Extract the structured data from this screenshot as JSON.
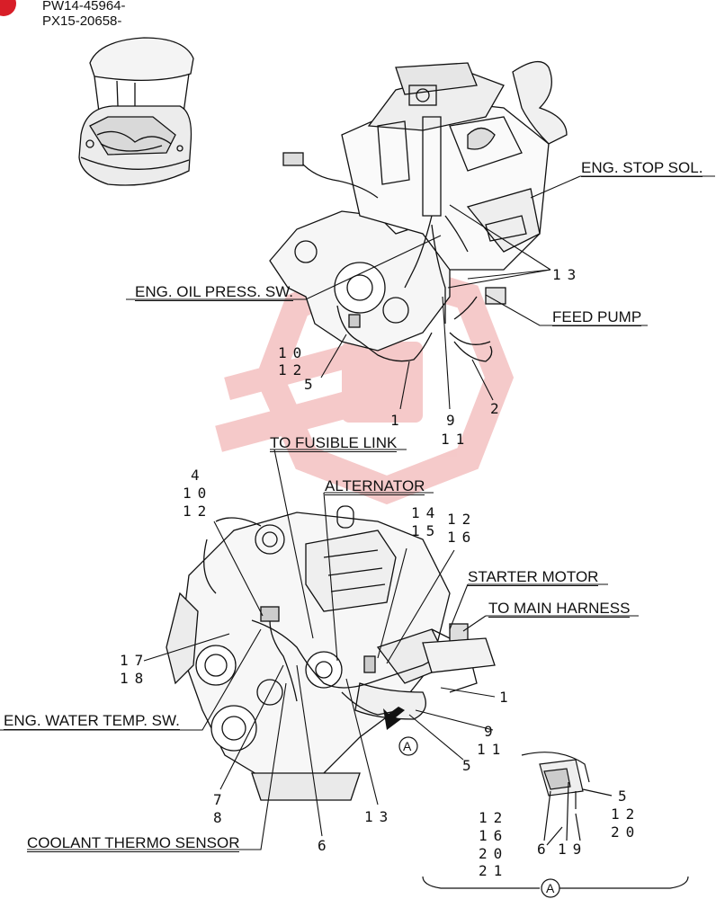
{
  "serials": [
    "PW14-45964-",
    "PX15-20658-"
  ],
  "labels": {
    "eng_stop_sol": "ENG. STOP SOL.",
    "eng_oil_press_sw": "ENG. OIL PRESS. SW.",
    "feed_pump": "FEED PUMP",
    "to_fusible_link": "TO FUSIBLE LINK",
    "alternator": "ALTERNATOR",
    "starter_motor": "STARTER MOTOR",
    "to_main_harness": "TO MAIN HARNESS",
    "eng_water_temp_sw": "ENG. WATER TEMP. SW.",
    "coolant_thermo_sensor": "COOLANT THERMO SENSOR"
  },
  "callouts": {
    "top": {
      "c13": "13",
      "c10": "10",
      "c12": "12",
      "c5": "5",
      "c1": "1",
      "c9": "9",
      "c11": "11",
      "c2": "2"
    },
    "lower": {
      "c4": "4",
      "c10": "10",
      "c12a": "12",
      "c14": "14",
      "c12b": "12",
      "c15": "15",
      "c16": "16",
      "c17": "17",
      "c18": "18",
      "c1": "1",
      "c9": "9",
      "c11": "11",
      "c5": "5",
      "c7": "7",
      "c8": "8",
      "c13": "13",
      "c6": "6"
    },
    "detail": {
      "c5": "5",
      "c12a": "12",
      "c20a": "20",
      "c12b": "12",
      "c16": "16",
      "c20b": "20",
      "c21": "21",
      "c6": "6",
      "c19": "19"
    }
  },
  "view_marker": "A",
  "colors": {
    "watermark": "#f2b8b8",
    "ink": "#111111",
    "corner_mark": "#d81e28"
  }
}
